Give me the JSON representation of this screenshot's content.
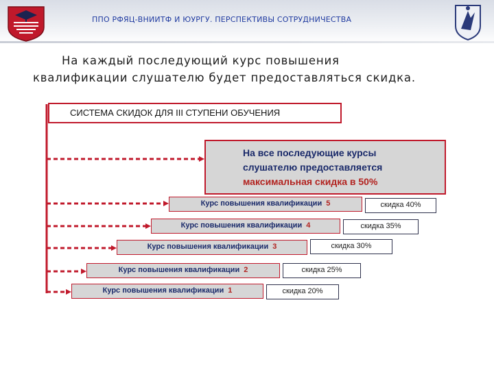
{
  "header": {
    "title": "ППО РФЯЦ-ВНИИТФ И ЮУРГУ. ПЕРСПЕКТИВЫ СОТРУДНИЧЕСТВА",
    "brand_color": "#1f3aa0"
  },
  "lead": {
    "line1": "На каждый последующий курс повышения",
    "line2": "квалификации слушателю будет предоставляться скидка."
  },
  "diagram": {
    "system_title": "СИСТЕМА СКИДОК  ДЛЯ III СТУПЕНИ ОБУЧЕНИЯ",
    "max_box": {
      "line1": "На все последующие курсы",
      "line2": "слушателю предоставляется",
      "line3": "максимальная скидка в 50%"
    },
    "accent_color": "#c0192b",
    "courses": [
      {
        "label": "Курс повышения квалификации",
        "number": "5",
        "discount": "скидка 40%"
      },
      {
        "label": "Курс повышения квалификации",
        "number": "4",
        "discount": "скидка 35%"
      },
      {
        "label": "Курс повышения квалификации",
        "number": "3",
        "discount": "скидка 30%"
      },
      {
        "label": "Курс повышения квалификации",
        "number": "2",
        "discount": "скидка 25%"
      },
      {
        "label": "Курс повышения квалификации",
        "number": "1",
        "discount": "скидка 20%"
      }
    ]
  },
  "icons": {
    "left_logo": "university-shield-logo",
    "right_logo": "institute-emblem-logo"
  }
}
